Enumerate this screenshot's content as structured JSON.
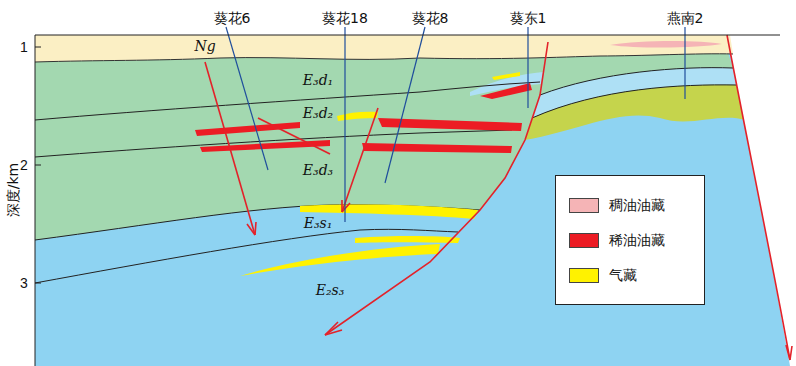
{
  "diagram": {
    "labels": [
      "葵花6",
      "葵花18",
      "葵花8",
      "葵东1",
      "燕南2",
      "Ng",
      "E₃d₁",
      "E₃d₂",
      "E₃d₃",
      "E₃s₁",
      "E₂s₃",
      "深度/km",
      "1",
      "2",
      "3"
    ],
    "legend": [
      {
        "text": "稠油油藏",
        "color": "#f5b4b6"
      },
      {
        "text": "稀油油藏",
        "color": "#ec1c24"
      },
      {
        "text": "气藏",
        "color": "#fff200"
      }
    ]
  }
}
